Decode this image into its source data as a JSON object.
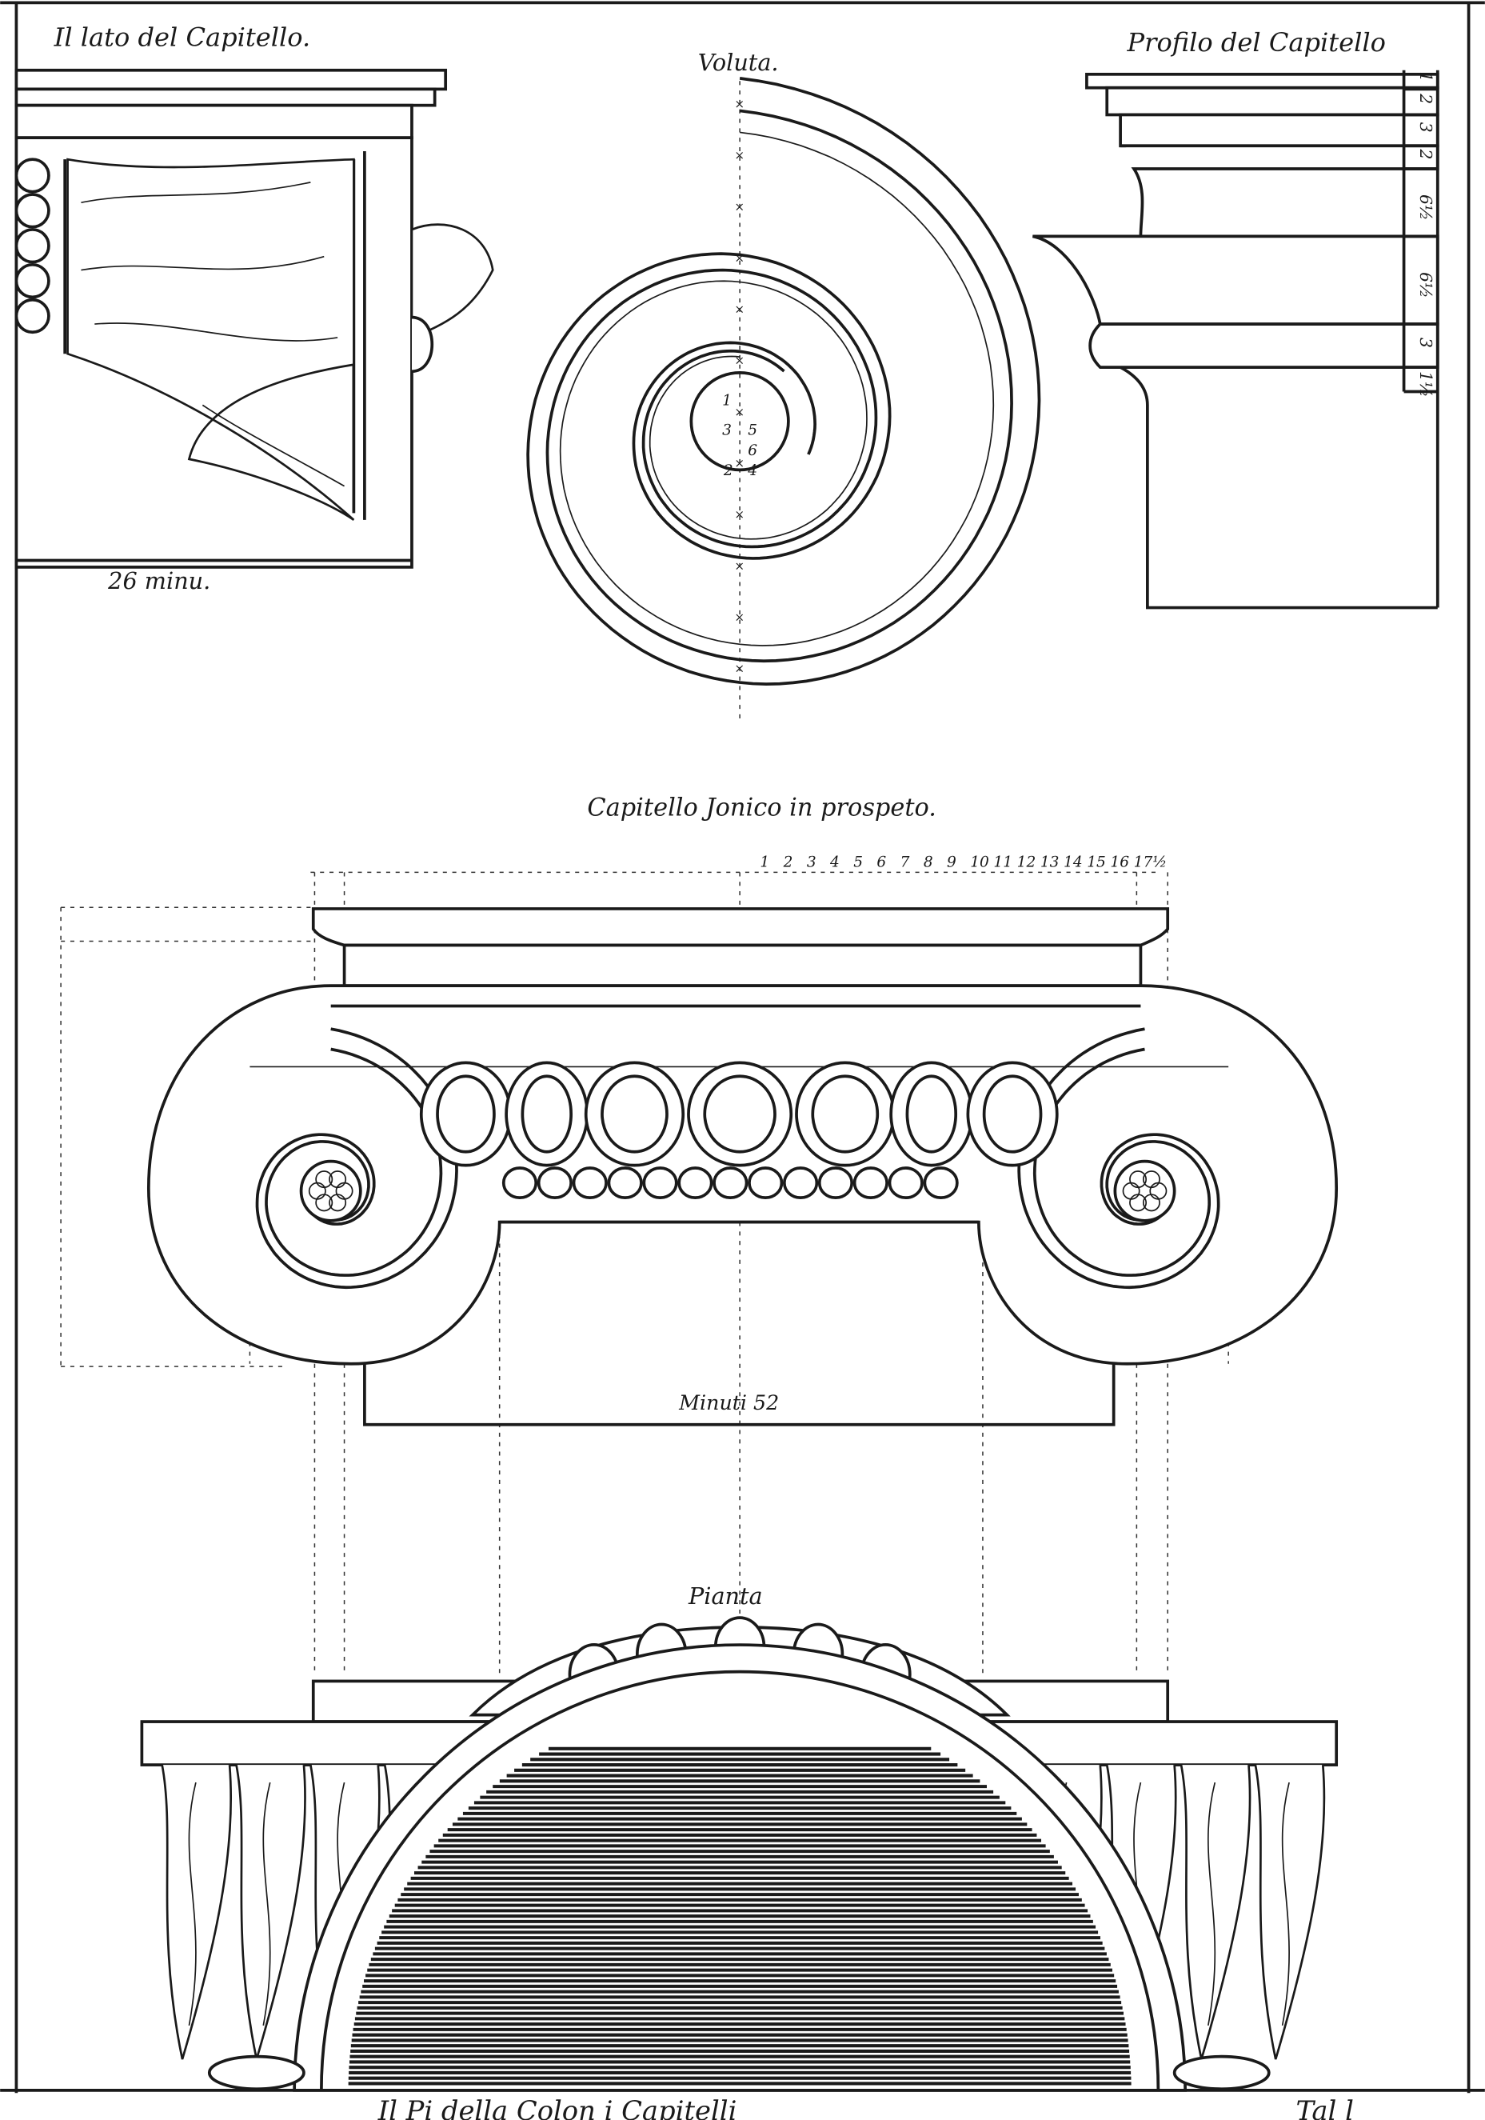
{
  "labels": {
    "side_view": "Il lato del Capitello.",
    "side_width": "26 minu.",
    "volute": "Voluta.",
    "profile": "Profilo del Capitello",
    "front_view": "Capitello Jonico in prospeto.",
    "front_width": "Minuti 52",
    "plan": "Pianta",
    "caption_left": "Il Pi      della Colon       i Capitelli",
    "caption_right": "Tal   l"
  },
  "profile_scale": [
    "1",
    "2",
    "3",
    "2",
    "6½",
    "6½",
    "3",
    "1½"
  ],
  "volute_eye_numbers": [
    "1",
    "3",
    "5",
    "6",
    "2",
    "4"
  ],
  "front_scale": [
    "1",
    "2",
    "3",
    "4",
    "5",
    "6",
    "7",
    "8",
    "9",
    "10",
    "11",
    "12",
    "13",
    "14",
    "15",
    "16",
    "17½"
  ],
  "colors": {
    "ink": "#1a1a1a",
    "paper": "#ffffff"
  }
}
